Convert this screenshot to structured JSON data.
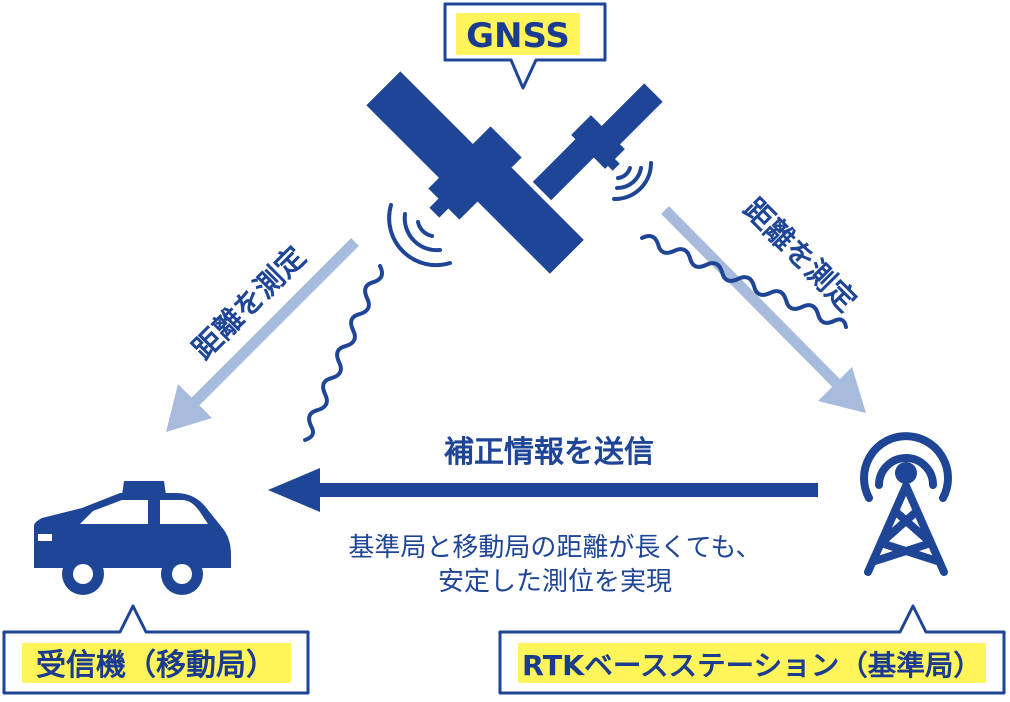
{
  "gnss_label": "GNSS",
  "measure_left": "距離を測定",
  "measure_right": "距離を測定",
  "correction_label": "補正情報を送信",
  "desc_line1": "基準局と移動局の距離が長くても、",
  "desc_line2": "安定した測位を実現",
  "receiver_label": "受信機（移動局）",
  "base_label": "RTKベースステーション（基準局）",
  "colors": {
    "navy": "#1f4596",
    "light_blue": "#a7bbdc",
    "highlight": "#fff55a",
    "white": "#ffffff"
  }
}
